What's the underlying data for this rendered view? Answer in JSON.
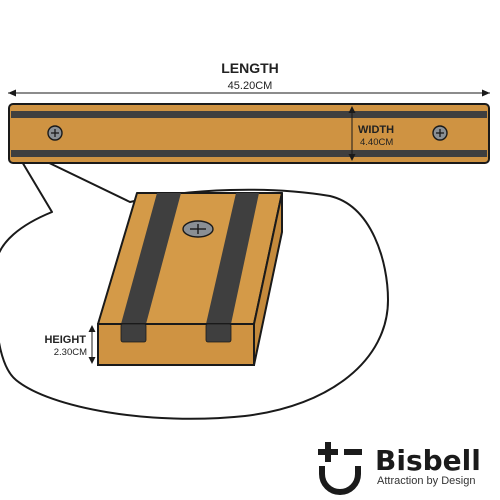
{
  "dimensions": {
    "length": {
      "label": "LENGTH",
      "value": "45.20CM"
    },
    "width": {
      "label": "WIDTH",
      "value": "4.40CM"
    },
    "height": {
      "label": "HEIGHT",
      "value": "2.30CM"
    }
  },
  "brand": {
    "name": "Bisbell",
    "tagline": "Attraction by Design",
    "logo_icon": "bisbell-logo-icon"
  },
  "colors": {
    "wood": "#cf9342",
    "wood_top": "#d49a48",
    "magnet_strip": "#3f3f3f",
    "outline": "#1a1a1a",
    "screw": "#8a8f94"
  }
}
